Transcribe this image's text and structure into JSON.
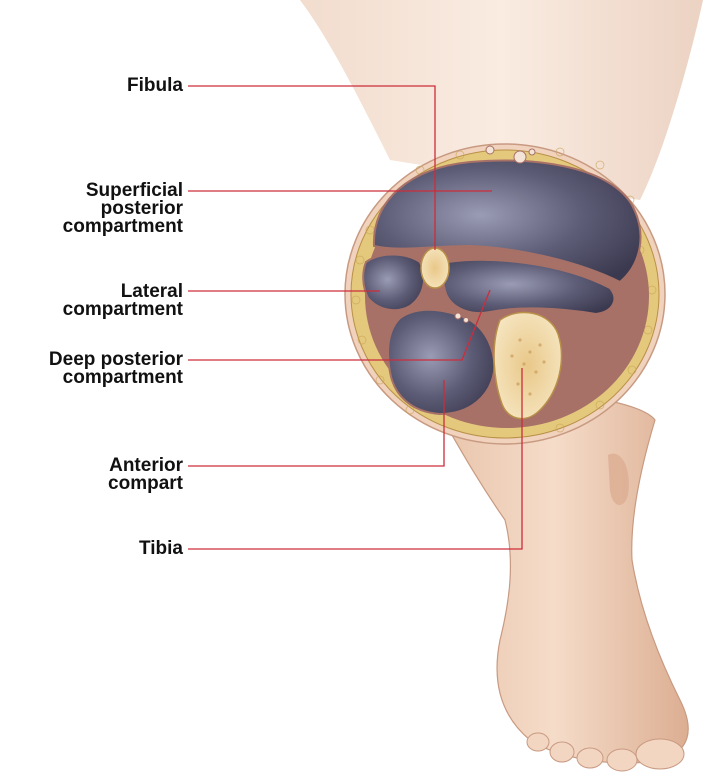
{
  "colors": {
    "skin": "#f0d2bd",
    "skin_shadow": "#d9ad92",
    "fat": "#e4c97d",
    "fascia": "#a77167",
    "compartment": "#4f4e66",
    "compartment_light": "#8f90a8",
    "bone": "#f0dbae",
    "leader": "#cc2d3b",
    "label_text": "#111111"
  },
  "labels": {
    "fibula": "Fibula",
    "superficial_posterior": "Superficial\nposterior\ncompartment",
    "lateral": "Lateral\ncompartment",
    "deep_posterior": "Deep posterior\ncompartment",
    "anterior": "Anterior\ncompart",
    "tibia": "Tibia"
  },
  "icons": {
    "illustration": "leg-cross-section-icon"
  }
}
